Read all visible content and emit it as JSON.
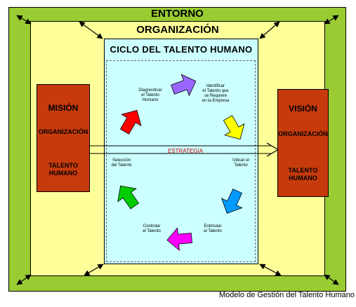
{
  "entorno_title": "ENTORNO",
  "organizacion_title": "ORGANIZACIÓN",
  "ciclo_title": "CICLO DEL TALENTO HUMANO",
  "mision": {
    "title": "MISIÓN",
    "line1": "ORGANIZACIÓN",
    "line2a": "TALENTO",
    "line2b": "HUMANO"
  },
  "vision": {
    "title": "VISIÓN",
    "line1": "ORGANIZACIÓN",
    "line2a": "TALENTO",
    "line2b": "HUMANO"
  },
  "strategy": "ESTRATEGIA",
  "steps": {
    "diagnosticar": [
      "Diagnosticar",
      "el Talento",
      "Humano"
    ],
    "identificar": [
      "Identificar",
      "el Talento que",
      "se Requiere",
      "en la Empresa"
    ],
    "ubicar": [
      "Ubicar el",
      "Talento"
    ],
    "estimular": [
      "Estimular",
      "el Talento"
    ],
    "controlar": [
      "Controlar",
      "el Talento"
    ],
    "seleccion": [
      "Selección",
      "del Talento"
    ]
  },
  "caption": "Modelo de Gestión del Talento Humano",
  "colors": {
    "entorno": "#99cc33",
    "organizacion": "#ffff99",
    "ciclo": "#ccffff",
    "red_box": "#c63a0c",
    "arrow_purple": "#9966ff",
    "arrow_yellow": "#ffff00",
    "arrow_blue": "#0099ff",
    "arrow_magenta": "#ff00ff",
    "arrow_green": "#00cc00",
    "arrow_red": "#ff0000"
  }
}
